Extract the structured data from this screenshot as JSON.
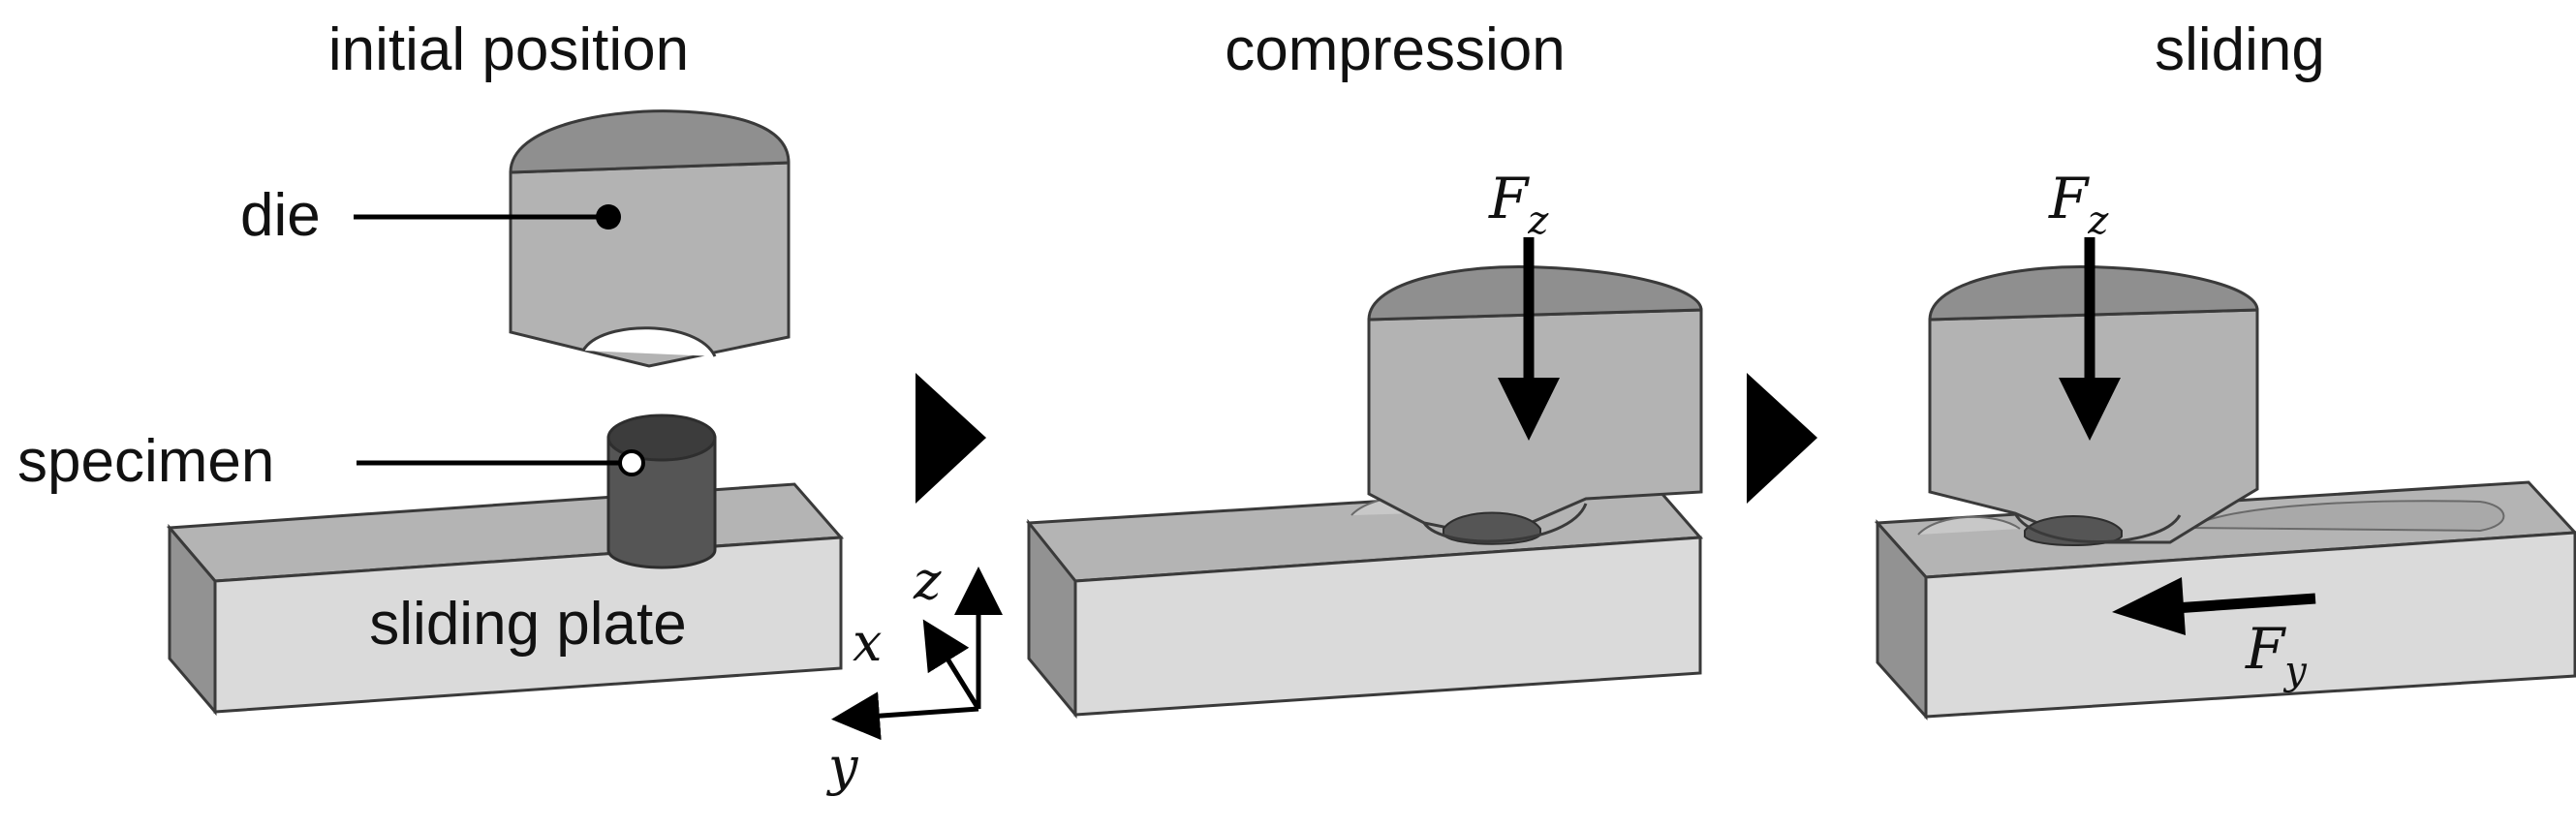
{
  "stages": {
    "initial": {
      "title": "initial position"
    },
    "compression": {
      "title": "compression"
    },
    "sliding": {
      "title": "sliding"
    }
  },
  "callouts": {
    "die": "die",
    "specimen": "specimen"
  },
  "plate_label": "sliding plate",
  "axes": {
    "z": "z",
    "x": "x",
    "y": "y"
  },
  "forces": {
    "compression_fz": {
      "symbol": "F",
      "subscript": "z"
    },
    "sliding_fz": {
      "symbol": "F",
      "subscript": "z"
    },
    "sliding_fy": {
      "symbol": "F",
      "subscript": "y"
    }
  },
  "colors": {
    "die_side": "#b3b3b3",
    "die_top": "#8f8f8f",
    "plate_front": "#dadada",
    "plate_top": "#b4b4b4",
    "plate_side": "#929292",
    "specimen_body": "#555555",
    "specimen_top": "#3c3c3c",
    "edge": "#3a3a3a",
    "arrow": "#000000"
  }
}
